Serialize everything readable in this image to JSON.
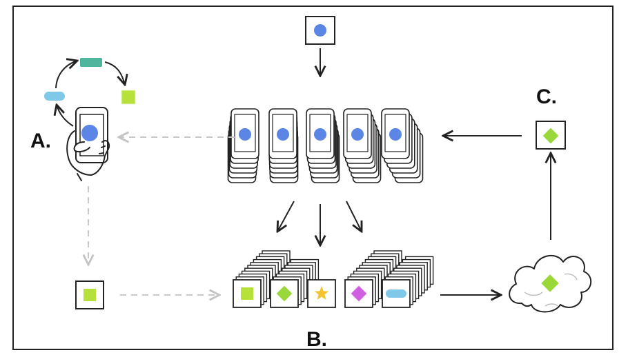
{
  "labels": {
    "a": "A.",
    "b": "B.",
    "c": "C."
  },
  "colors": {
    "blue": "#5b86e5",
    "teal": "#4fb59c",
    "lightblue": "#7fc8e8",
    "lime": "#b6e03a",
    "green": "#9ad83a",
    "yellow": "#f4c430",
    "magenta": "#cf5fe0",
    "ink": "#222222",
    "dashed": "#c8c8c8"
  },
  "icons": {
    "model_card": "blue-dot-card-icon",
    "phone_in_hand": "phone-in-hand-icon",
    "device_fleet": "device-fleet-icon",
    "cloud": "cloud-icon",
    "update_card": "green-diamond-card-icon"
  },
  "stage_b_cards": [
    {
      "shape": "square",
      "color": "lime"
    },
    {
      "shape": "diamond",
      "color": "green"
    },
    {
      "shape": "star",
      "color": "yellow"
    },
    {
      "shape": "diamond",
      "color": "magenta"
    },
    {
      "shape": "pill",
      "color": "lightblue"
    }
  ]
}
